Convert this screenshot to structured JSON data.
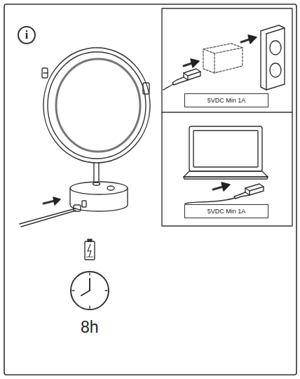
{
  "diagram": {
    "nodes": [
      {
        "text": [
          "i"
        ]
      },
      {
        "text": [
          "5VDC Min 1A"
        ]
      },
      {
        "text": [
          "5VDC Min 1A"
        ]
      }
    ],
    "labels": [
      "8h"
    ]
  }
}
